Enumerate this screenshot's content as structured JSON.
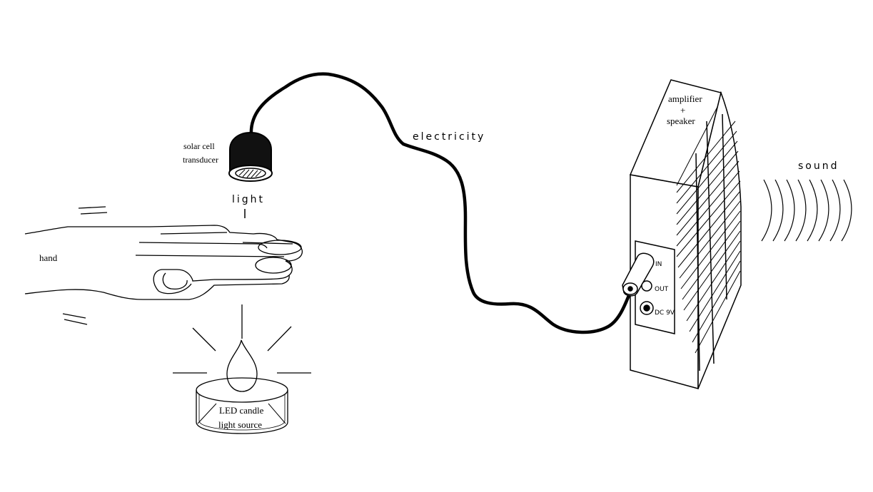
{
  "labels": {
    "solar_cell_line1": "solar cell",
    "solar_cell_line2": "transducer",
    "light": "light",
    "electricity": "electricity",
    "hand": "hand",
    "led_line1": "LED candle",
    "led_line2": "light source",
    "amp_line1": "amplifier",
    "amp_plus": "+",
    "amp_line2": "speaker",
    "sound": "sound",
    "jack_in": "IN",
    "jack_out": "OUT",
    "jack_dc": "DC 9V"
  },
  "colors": {
    "ink": "#000000",
    "background": "#ffffff",
    "transducer_body": "#111111"
  }
}
